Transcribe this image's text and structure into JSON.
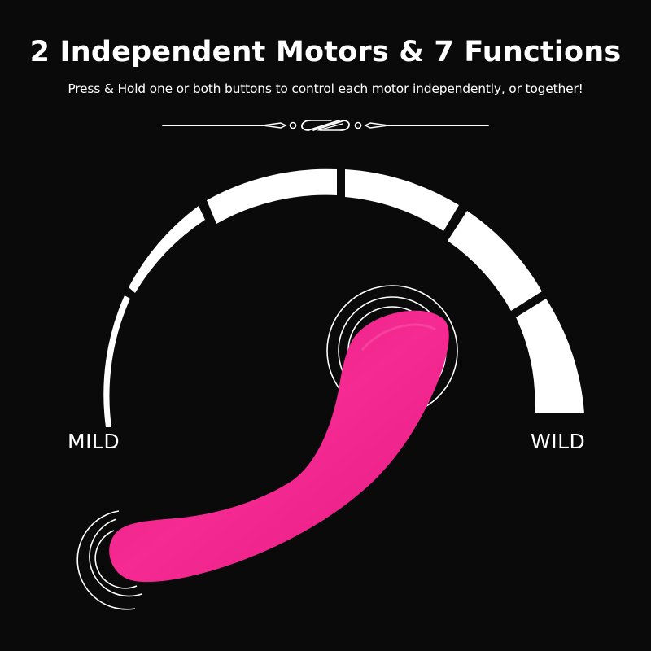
{
  "header": {
    "title": "2 Independent Motors & 7 Functions",
    "subtitle": "Press & Hold one or both buttons to control each motor independently, or together!"
  },
  "divider": {
    "icon": "ornamental-flourish-divider"
  },
  "gauge": {
    "segments": 6,
    "min_label": "MILD",
    "max_label": "WILD",
    "segment_color": "#ffffff"
  },
  "product": {
    "color": "#f0238a",
    "vibration_zones": [
      {
        "name": "tip-motor",
        "icon": "vibration-rings-icon"
      },
      {
        "name": "base-motor",
        "icon": "vibration-rings-icon"
      }
    ]
  },
  "colors": {
    "background": "#0b0a0b",
    "text": "#ffffff",
    "accent_pink": "#f0238a"
  }
}
